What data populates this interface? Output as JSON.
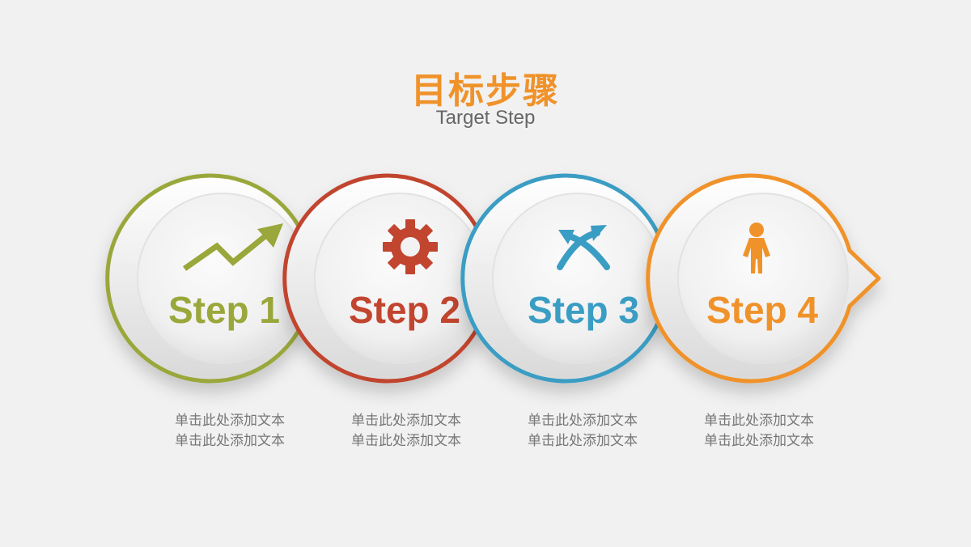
{
  "title": "目标步骤",
  "subtitle": "Target Step",
  "steps": [
    {
      "label": "Step 1",
      "color": "#9aa73a",
      "icon": "trend-up-arrow-icon",
      "desc_line1": "单击此处添加文本",
      "desc_line2": "单击此处添加文本"
    },
    {
      "label": "Step 2",
      "color": "#c1452f",
      "icon": "gear-icon",
      "desc_line1": "单击此处添加文本",
      "desc_line2": "单击此处添加文本"
    },
    {
      "label": "Step 3",
      "color": "#3a9dc3",
      "icon": "crossing-arrows-icon",
      "desc_line1": "单击此处添加文本",
      "desc_line2": "单击此处添加文本"
    },
    {
      "label": "Step 4",
      "color": "#f0922a",
      "icon": "person-icon",
      "desc_line1": "单击此处添加文本",
      "desc_line2": "单击此处添加文本"
    }
  ]
}
